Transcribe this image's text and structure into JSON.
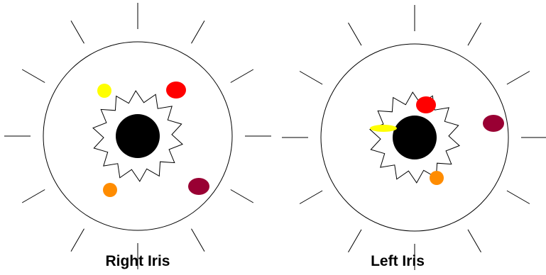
{
  "diagram": {
    "irises": [
      {
        "label": "Right Iris",
        "spots": [
          {
            "color": "#ffff00",
            "shape": "round"
          },
          {
            "color": "#ff0000",
            "shape": "oval"
          },
          {
            "color": "#ff8c00",
            "shape": "round"
          },
          {
            "color": "#990033",
            "shape": "oval"
          }
        ]
      },
      {
        "label": "Left Iris",
        "spots": [
          {
            "color": "#ff0000",
            "shape": "oval"
          },
          {
            "color": "#ffff00",
            "shape": "flat-oval"
          },
          {
            "color": "#990033",
            "shape": "oval"
          },
          {
            "color": "#ff8c00",
            "shape": "round"
          }
        ]
      }
    ],
    "colors": {
      "outline": "#000000",
      "pupil": "#000000",
      "background": "#ffffff"
    }
  }
}
